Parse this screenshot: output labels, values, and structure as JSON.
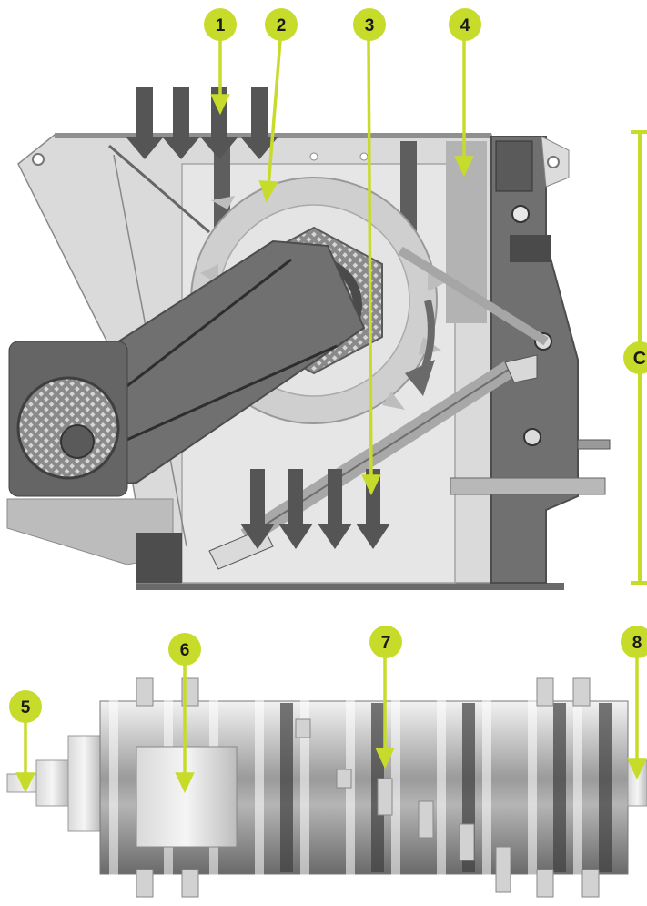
{
  "colors": {
    "badge": "#c7dc2a",
    "body_gray": "#c9c9c9",
    "dark_gray": "#6f6f6f",
    "arrow": "#555555",
    "dimension": "#c7dc2a"
  },
  "callouts": [
    {
      "id": "callout-1",
      "label": "1"
    },
    {
      "id": "callout-2",
      "label": "2"
    },
    {
      "id": "callout-3",
      "label": "3"
    },
    {
      "id": "callout-4",
      "label": "4"
    },
    {
      "id": "callout-5",
      "label": "5"
    },
    {
      "id": "callout-6",
      "label": "6"
    },
    {
      "id": "callout-7",
      "label": "7"
    },
    {
      "id": "callout-8",
      "label": "8"
    }
  ],
  "dimension": {
    "label": "C"
  }
}
